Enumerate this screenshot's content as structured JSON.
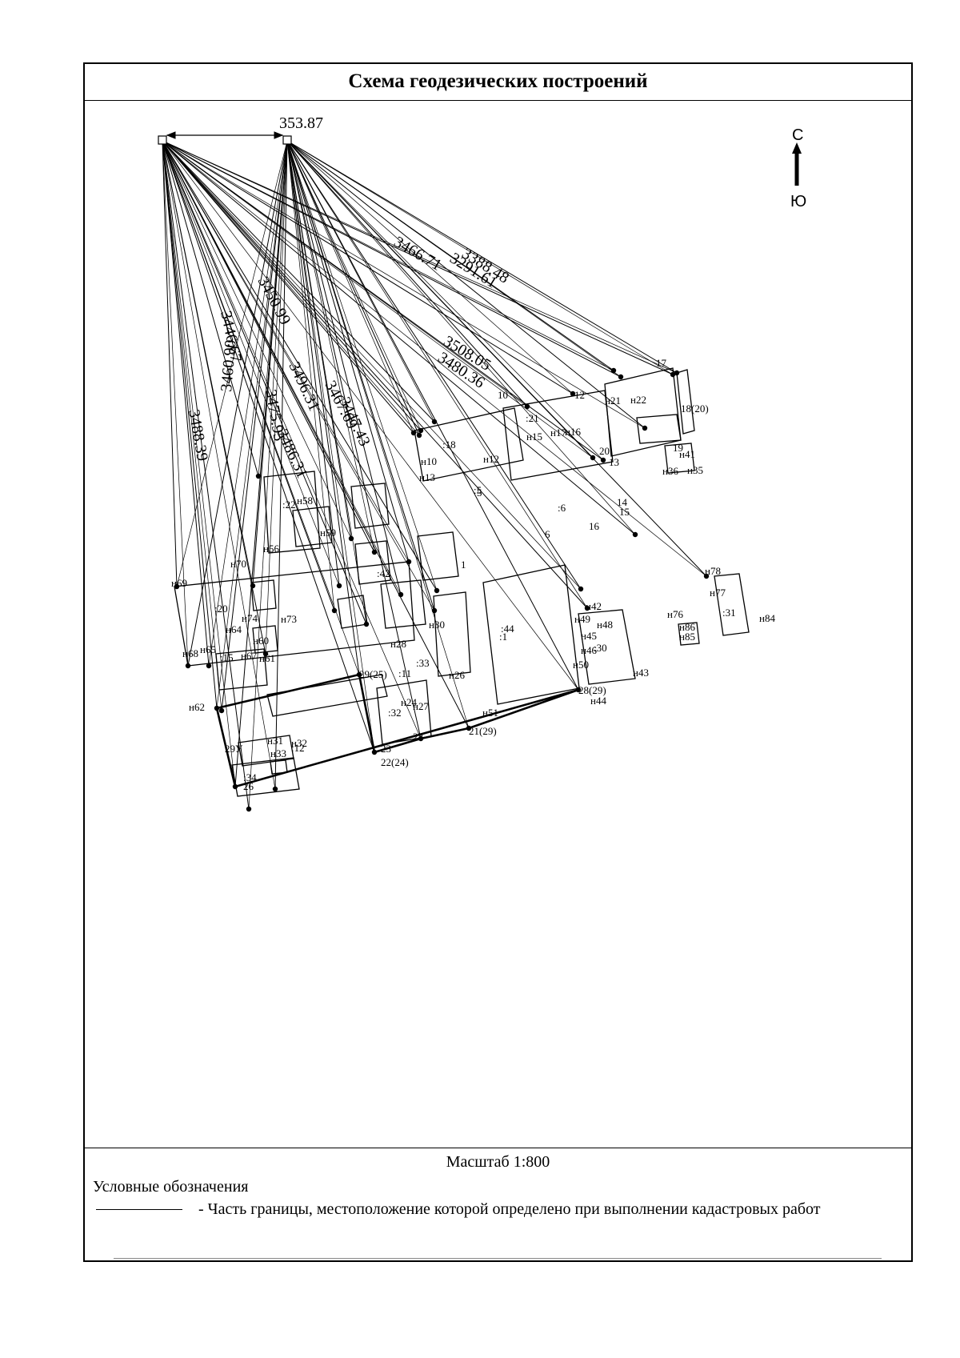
{
  "title": "Схема геодезических построений",
  "north_label": "С",
  "south_label": "Ю",
  "scale": "Масштаб 1:800",
  "legend": {
    "title": "Условные обозначения",
    "item": "- Часть границы, местоположение которой определено при выполнении кадастровых работ"
  },
  "base_distance_label": "353.87",
  "ray_labels": [
    "3388.48",
    "3291.61",
    "3466.71",
    "3508.05",
    "3480.36",
    "3486.31",
    "3447.43",
    "3488.39",
    "3496.31",
    "3475.95",
    "3467.69",
    "3450.99",
    "3446.67",
    "3460.90"
  ],
  "point_labels": [
    "1",
    "5",
    "6",
    "10",
    "12",
    "13",
    "14",
    "15",
    "16",
    "17",
    "19",
    "20",
    "22",
    "23",
    "26",
    "21(29)",
    "22(24)",
    "28(29)",
    "29(25)",
    "18(20)",
    "29У",
    "н10",
    "н12",
    "н13",
    "н15",
    "н17",
    "н16",
    "н21",
    "н22",
    "н26",
    "н24",
    "н27",
    "н28",
    "н30",
    "н31",
    "н32",
    "н33",
    "н35",
    "н36",
    "н41",
    "н42",
    "н43",
    "н44",
    "н45",
    "н46",
    "н48",
    "н49",
    "н50",
    "н51",
    "н56",
    "н58",
    "н59",
    "н60",
    "н61",
    "н62",
    "н64",
    "н65",
    "н67",
    "н68",
    "н69",
    "н70",
    "н73",
    "н74",
    "н76",
    "н77",
    "н78",
    "н84",
    "н85",
    "н86"
  ],
  "parcel_labels": [
    ":1",
    ":44",
    ":5",
    ":6",
    ":11",
    ":12",
    ":15",
    ":18",
    ":20",
    ":21",
    ":22",
    ":30",
    ":31",
    ":32",
    ":33",
    ":34",
    ":42"
  ]
}
